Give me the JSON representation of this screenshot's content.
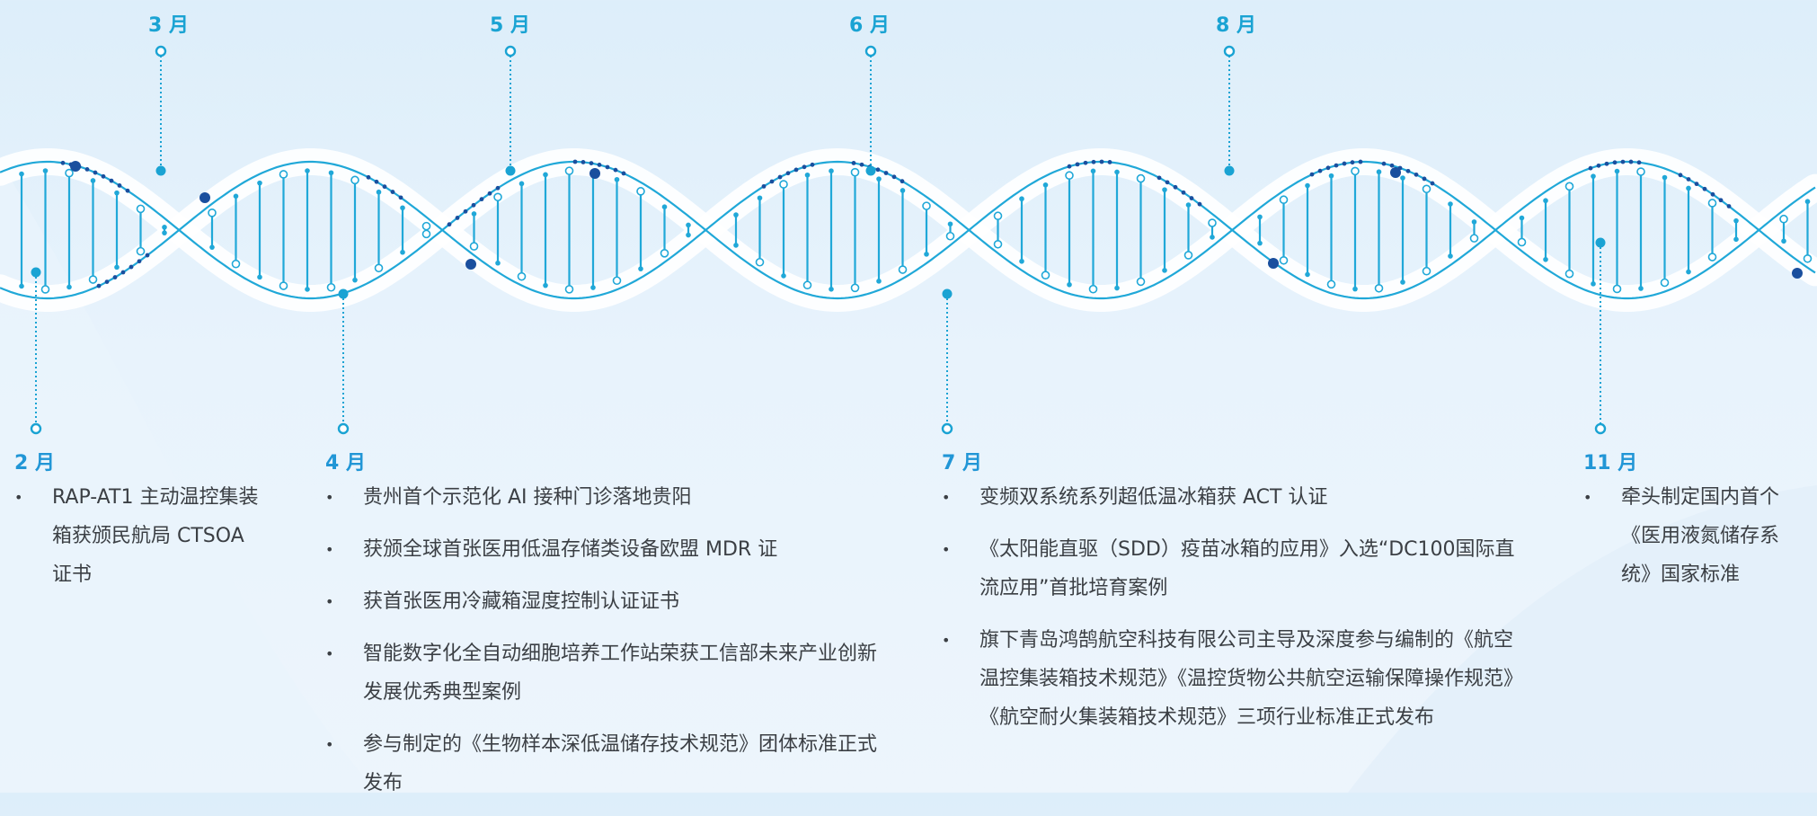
{
  "milestones_top": [
    {
      "month": "3 月"
    },
    {
      "month": "5 月"
    },
    {
      "month": "6 月"
    },
    {
      "month": "8 月"
    }
  ],
  "milestones_bottom": [
    {
      "month": "2 月",
      "items": [
        "RAP-AT1 主动温控集装箱获颁民航局 CTSOA 证书"
      ]
    },
    {
      "month": "4 月",
      "items": [
        "贵州首个示范化 AI 接种门诊落地贵阳",
        "获颁全球首张医用低温存储类设备欧盟 MDR 证",
        "获首张医用冷藏箱湿度控制认证证书",
        "智能数字化全自动细胞培养工作站荣获工信部未来产业创新发展优秀典型案例",
        "参与制定的《生物样本深低温储存技术规范》团体标准正式发布"
      ]
    },
    {
      "month": "7 月",
      "items": [
        "变频双系统系列超低温冰箱获 ACT 认证",
        "《太阳能直驱（SDD）疫苗冰箱的应用》入选“DC100国际直流应用”首批培育案例",
        "旗下青岛鸿鹄航空科技有限公司主导及深度参与编制的《航空温控集装箱技术规范》《温控货物公共航空运输保障操作规范》《航空耐火集装箱技术规范》三项行业标准正式发布"
      ]
    },
    {
      "month": "11 月",
      "items": [
        "牵头制定国内首个《医用液氮储存系统》国家标准"
      ]
    }
  ],
  "colors": {
    "accent": "#1aa3d3",
    "strand": "#20a8d8",
    "dark_dot": "#1a4f9e",
    "text": "#3b3f44"
  }
}
